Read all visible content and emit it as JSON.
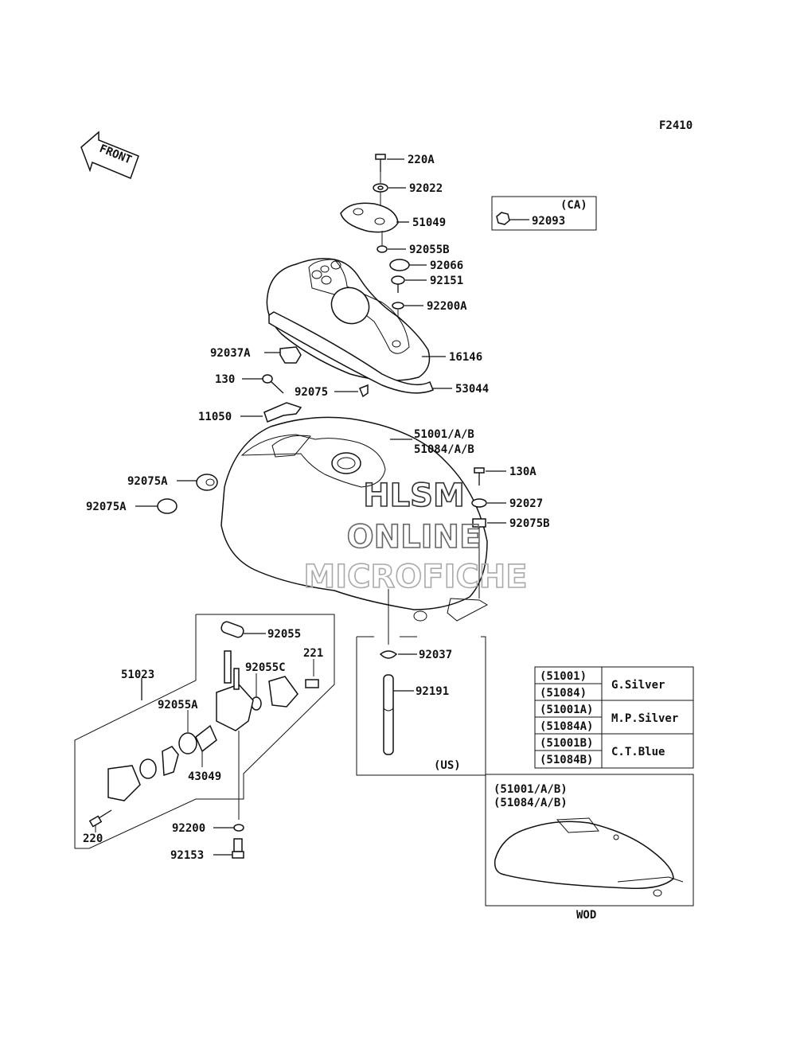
{
  "figure_code": "F2410",
  "front_arrow": "FRONT",
  "variant_box": {
    "label": "(CA)",
    "part": "92093"
  },
  "parts": {
    "p220A": "220A",
    "p92022": "92022",
    "p51049": "51049",
    "p92055B": "92055B",
    "p92066": "92066",
    "p92151": "92151",
    "p92200A": "92200A",
    "p16146": "16146",
    "p92037A": "92037A",
    "p130": "130",
    "p92075": "92075",
    "p53044": "53044",
    "p11050": "11050",
    "p51001": "51001/A/B",
    "p51084": "51084/A/B",
    "p130A": "130A",
    "p92075A_1": "92075A",
    "p92075A_2": "92075A",
    "p92027": "92027",
    "p92075B": "92075B",
    "p92055": "92055",
    "p51023": "51023",
    "p92055C": "92055C",
    "p221": "221",
    "p92055A": "92055A",
    "p43049": "43049",
    "p220": "220",
    "p92200": "92200",
    "p92153": "92153",
    "p92037": "92037",
    "p92191": "92191"
  },
  "us_box_label": "(US)",
  "color_table": [
    {
      "codes": [
        "(51001)",
        "(51084)"
      ],
      "color": "G.Silver"
    },
    {
      "codes": [
        "(51001A)",
        "(51084A)"
      ],
      "color": "M.P.Silver"
    },
    {
      "codes": [
        "(51001B)",
        "(51084B)"
      ],
      "color": "C.T.Blue"
    }
  ],
  "inset": {
    "line1": "(51001/A/B)",
    "line2": "(51084/A/B)",
    "caption": "WOD"
  },
  "watermark": [
    "HLSM",
    "ONLINE",
    "MICROFICHE"
  ]
}
